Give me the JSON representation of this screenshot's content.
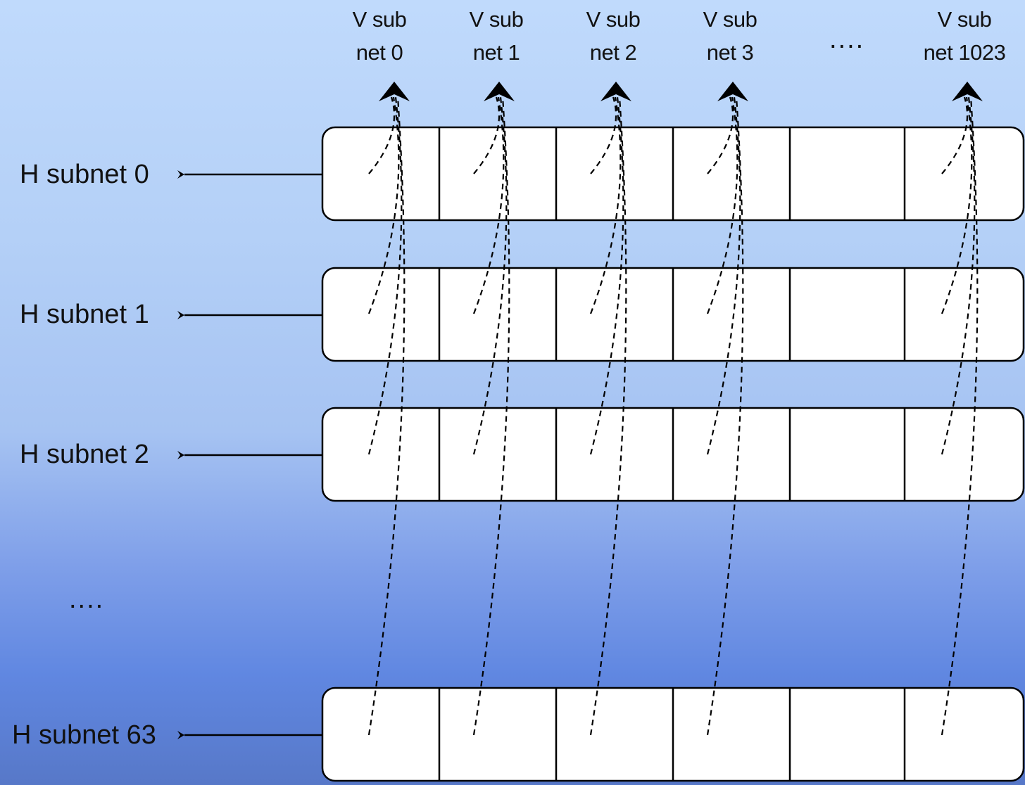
{
  "v_subnets": [
    {
      "line1": "V sub",
      "line2": "net 0"
    },
    {
      "line1": "V sub",
      "line2": "net 1"
    },
    {
      "line1": "V sub",
      "line2": "net 2"
    },
    {
      "line1": "V sub",
      "line2": "net 3"
    },
    {
      "line1": "V sub",
      "line2": "net 1023"
    }
  ],
  "v_ellipsis": "....",
  "h_subnets": [
    {
      "label": "H subnet 0"
    },
    {
      "label": "H subnet 1"
    },
    {
      "label": "H subnet 2"
    },
    {
      "label": "H subnet 63"
    }
  ],
  "h_ellipsis": "....",
  "colors": {
    "stroke": "#000000",
    "cell_fill": "#ffffff"
  }
}
